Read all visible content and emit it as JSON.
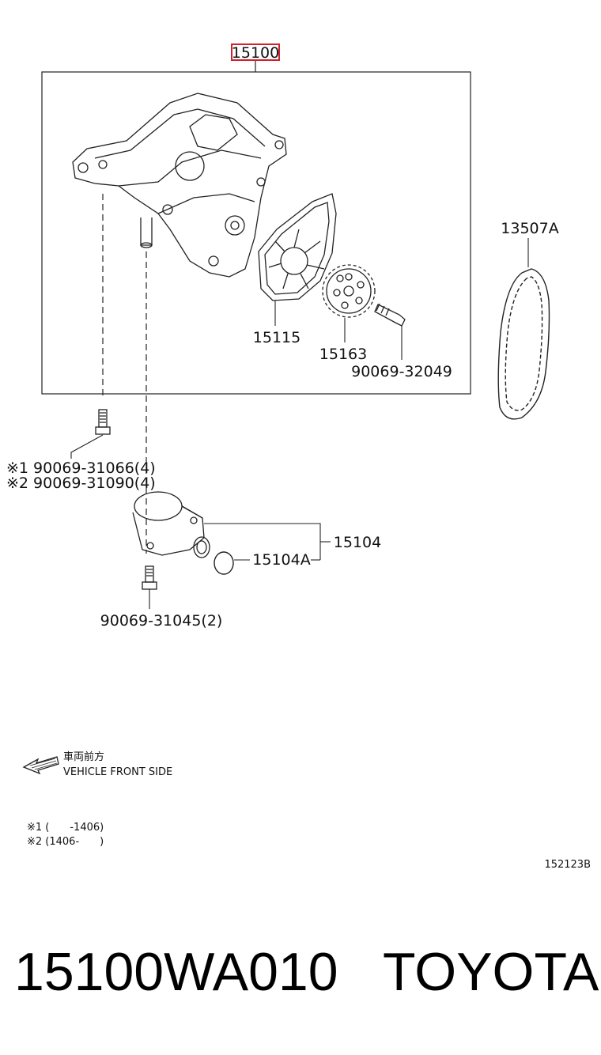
{
  "callouts": {
    "main_assembly": "15100",
    "chain": "13507A",
    "cover_plate": "15115",
    "sprocket": "15163",
    "sprocket_bolt": "90069-32049",
    "mount_bolt_1": "※1 90069-31066(4)",
    "mount_bolt_2": "※2 90069-31090(4)",
    "strainer_group": "15104",
    "gasket": "15104A",
    "strainer_bolt": "90069-31045(2)"
  },
  "direction": {
    "japanese": "車両前方",
    "english": "VEHICLE FRONT SIDE"
  },
  "notes": {
    "note1": "※1 (　　-1406)",
    "note2": "※2 (1406-　　)"
  },
  "illustration_id": "152123B",
  "footer": {
    "part_number": "15100WA010",
    "brand": "TOYOTA"
  },
  "colors": {
    "highlight": "#d0202a",
    "line": "#222222"
  }
}
